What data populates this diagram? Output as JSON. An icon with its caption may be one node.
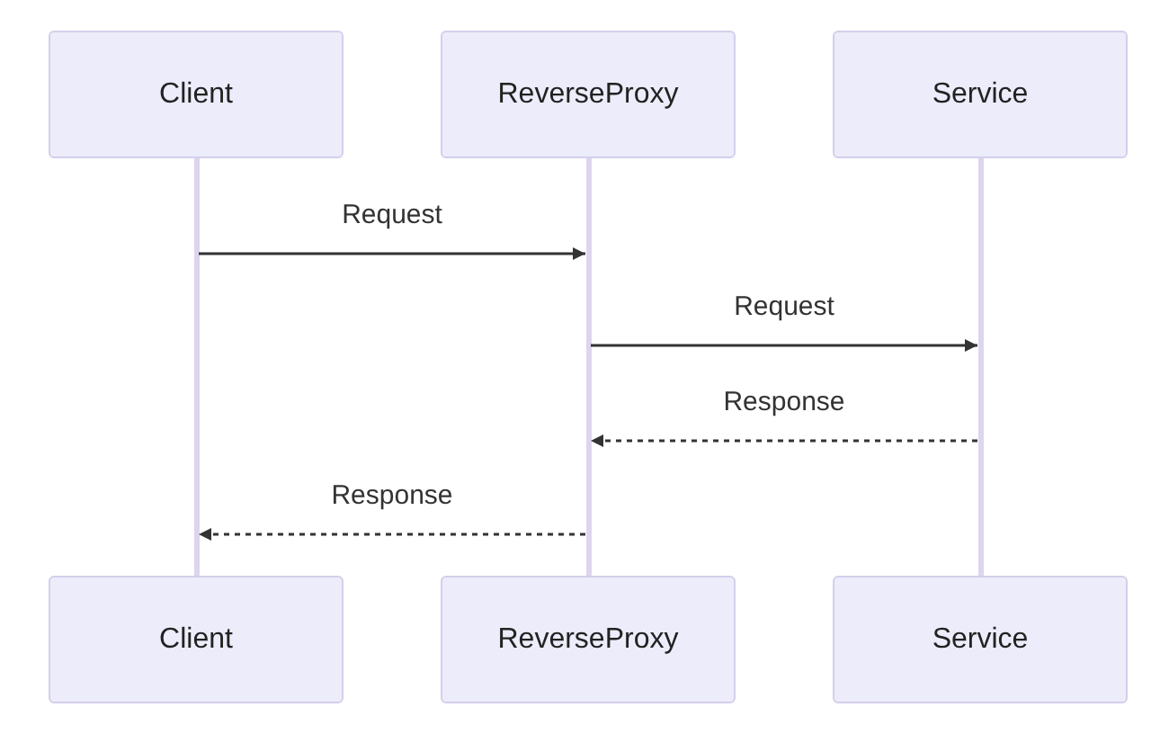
{
  "diagram": {
    "nodes": [
      {
        "text": [
          "Client"
        ]
      },
      {
        "text": [
          "ReverseProxy"
        ]
      },
      {
        "text": [
          "Service"
        ]
      },
      {
        "text": [],
        "shape": "bar"
      },
      {
        "text": [],
        "shape": "bar"
      },
      {
        "text": [],
        "shape": "bar"
      },
      {
        "text": [
          "Client"
        ]
      },
      {
        "text": [
          "ReverseProxy"
        ]
      },
      {
        "text": [
          "Service"
        ]
      }
    ],
    "edges": [
      {
        "from": 3,
        "to": 4,
        "arrow": "to",
        "label": "Request"
      },
      {
        "from": 4,
        "to": 5,
        "arrow": "to",
        "label": "Request"
      },
      {
        "from": 5,
        "to": 4,
        "arrow": "to",
        "label": "Response",
        "style": "dashed"
      },
      {
        "from": 4,
        "to": 3,
        "arrow": "to",
        "label": "Response",
        "style": "dashed"
      }
    ]
  }
}
